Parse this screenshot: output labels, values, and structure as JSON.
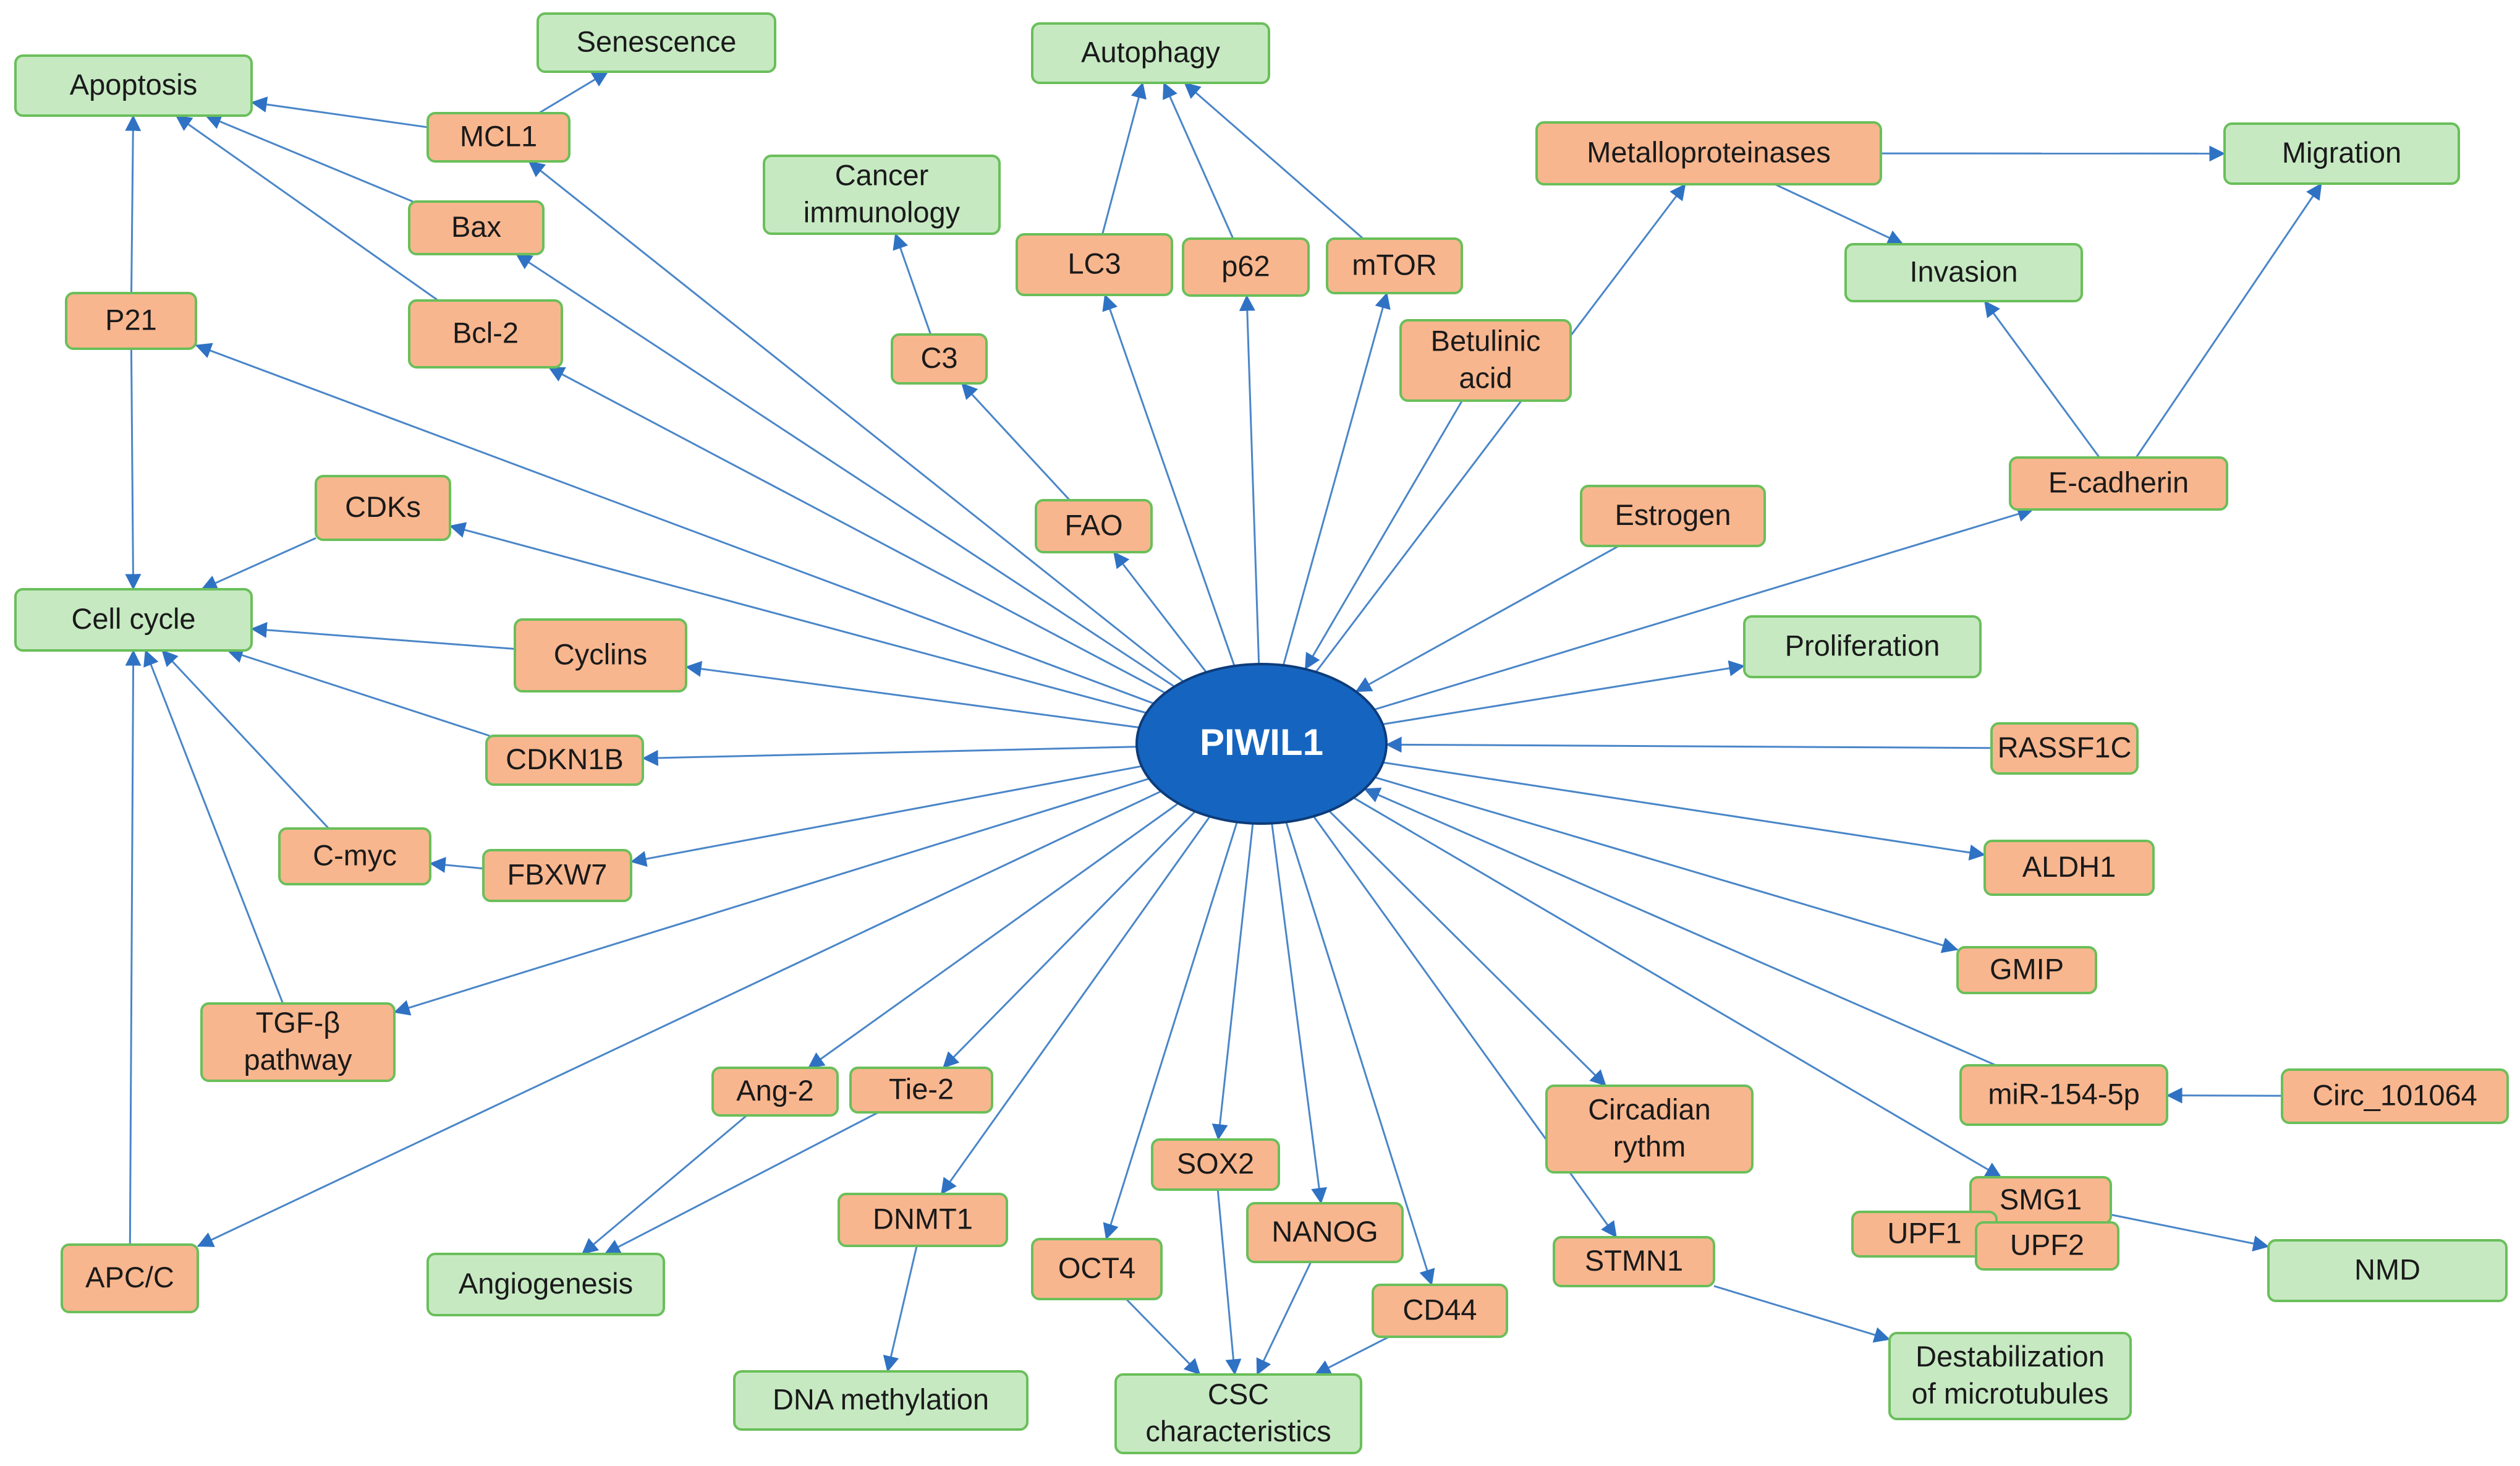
{
  "hub": {
    "id": "piwil1",
    "label": "PIWIL1"
  },
  "colors": {
    "process_fill": "#c6e9c2",
    "process_stroke": "#6abf5a",
    "molecule_fill": "#f8b68e",
    "molecule_stroke": "#6abf5a",
    "hub_fill": "#1565c0",
    "hub_stroke": "#0d3c7a",
    "edge": "#4a86c8"
  },
  "nodes": [
    {
      "id": "senescence",
      "kind": "process",
      "lines": [
        "Senescence"
      ]
    },
    {
      "id": "apoptosis",
      "kind": "process",
      "lines": [
        "Apoptosis"
      ]
    },
    {
      "id": "mcl1",
      "kind": "molecule",
      "lines": [
        "MCL1"
      ]
    },
    {
      "id": "bax",
      "kind": "molecule",
      "lines": [
        "Bax"
      ]
    },
    {
      "id": "bcl2",
      "kind": "molecule",
      "lines": [
        "Bcl-2"
      ]
    },
    {
      "id": "p21",
      "kind": "molecule",
      "lines": [
        "P21"
      ]
    },
    {
      "id": "autophagy",
      "kind": "process",
      "lines": [
        "Autophagy"
      ]
    },
    {
      "id": "cancer-immunology",
      "kind": "process",
      "lines": [
        "Cancer",
        "immunology"
      ]
    },
    {
      "id": "lc3",
      "kind": "molecule",
      "lines": [
        "LC3"
      ]
    },
    {
      "id": "p62",
      "kind": "molecule",
      "lines": [
        "p62"
      ]
    },
    {
      "id": "mtor",
      "kind": "molecule",
      "lines": [
        "mTOR"
      ]
    },
    {
      "id": "c3",
      "kind": "molecule",
      "lines": [
        "C3"
      ]
    },
    {
      "id": "betulinic-acid",
      "kind": "molecule",
      "lines": [
        "Betulinic",
        "acid"
      ]
    },
    {
      "id": "metalloproteinases",
      "kind": "molecule",
      "lines": [
        "Metalloproteinases"
      ]
    },
    {
      "id": "migration",
      "kind": "process",
      "lines": [
        "Migration"
      ]
    },
    {
      "id": "invasion",
      "kind": "process",
      "lines": [
        "Invasion"
      ]
    },
    {
      "id": "e-cadherin",
      "kind": "molecule",
      "lines": [
        "E-cadherin"
      ]
    },
    {
      "id": "cdks",
      "kind": "molecule",
      "lines": [
        "CDKs"
      ]
    },
    {
      "id": "fao",
      "kind": "molecule",
      "lines": [
        "FAO"
      ]
    },
    {
      "id": "estrogen",
      "kind": "molecule",
      "lines": [
        "Estrogen"
      ]
    },
    {
      "id": "cell-cycle",
      "kind": "process",
      "lines": [
        "Cell cycle"
      ]
    },
    {
      "id": "cyclins",
      "kind": "molecule",
      "lines": [
        "Cyclins"
      ]
    },
    {
      "id": "proliferation",
      "kind": "process",
      "lines": [
        "Proliferation"
      ]
    },
    {
      "id": "cdkn1b",
      "kind": "molecule",
      "lines": [
        "CDKN1B"
      ]
    },
    {
      "id": "rassf1c",
      "kind": "molecule",
      "lines": [
        "RASSF1C"
      ]
    },
    {
      "id": "c-myc",
      "kind": "molecule",
      "lines": [
        "C-myc"
      ]
    },
    {
      "id": "fbxw7",
      "kind": "molecule",
      "lines": [
        "FBXW7"
      ]
    },
    {
      "id": "aldh1",
      "kind": "molecule",
      "lines": [
        "ALDH1"
      ]
    },
    {
      "id": "gmip",
      "kind": "molecule",
      "lines": [
        "GMIP"
      ]
    },
    {
      "id": "tgf-beta-pathway",
      "kind": "molecule",
      "lines": [
        "TGF-β",
        "pathway"
      ]
    },
    {
      "id": "ang-2",
      "kind": "molecule",
      "lines": [
        "Ang-2"
      ]
    },
    {
      "id": "tie-2",
      "kind": "molecule",
      "lines": [
        "Tie-2"
      ]
    },
    {
      "id": "circadian-rythm",
      "kind": "molecule",
      "lines": [
        "Circadian",
        "rythm"
      ]
    },
    {
      "id": "mir-154-5p",
      "kind": "molecule",
      "lines": [
        "miR-154-5p"
      ]
    },
    {
      "id": "circ-101064",
      "kind": "molecule",
      "lines": [
        "Circ_101064"
      ]
    },
    {
      "id": "sox2",
      "kind": "molecule",
      "lines": [
        "SOX2"
      ]
    },
    {
      "id": "dnmt1",
      "kind": "molecule",
      "lines": [
        "DNMT1"
      ]
    },
    {
      "id": "smg1",
      "kind": "molecule",
      "lines": [
        "SMG1"
      ]
    },
    {
      "id": "upf1",
      "kind": "molecule",
      "lines": [
        "UPF1"
      ]
    },
    {
      "id": "upf2",
      "kind": "molecule",
      "lines": [
        "UPF2"
      ]
    },
    {
      "id": "nanog",
      "kind": "molecule",
      "lines": [
        "NANOG"
      ]
    },
    {
      "id": "oct4",
      "kind": "molecule",
      "lines": [
        "OCT4"
      ]
    },
    {
      "id": "apc-c",
      "kind": "molecule",
      "lines": [
        "APC/C"
      ]
    },
    {
      "id": "angiogenesis",
      "kind": "process",
      "lines": [
        "Angiogenesis"
      ]
    },
    {
      "id": "stmn1",
      "kind": "molecule",
      "lines": [
        "STMN1"
      ]
    },
    {
      "id": "nmd",
      "kind": "process",
      "lines": [
        "NMD"
      ]
    },
    {
      "id": "cd44",
      "kind": "molecule",
      "lines": [
        "CD44"
      ]
    },
    {
      "id": "destabilization-of-microtubules",
      "kind": "process",
      "lines": [
        "Destabilization",
        "of microtubules"
      ]
    },
    {
      "id": "dna-methylation",
      "kind": "process",
      "lines": [
        "DNA methylation"
      ]
    },
    {
      "id": "csc-characteristics",
      "kind": "process",
      "lines": [
        "CSC",
        "characteristics"
      ]
    }
  ],
  "edges": [
    {
      "from": "piwil1",
      "to": "mcl1",
      "arrow": true
    },
    {
      "from": "piwil1",
      "to": "bax",
      "arrow": true
    },
    {
      "from": "piwil1",
      "to": "bcl2",
      "arrow": true
    },
    {
      "from": "piwil1",
      "to": "p21",
      "arrow": true
    },
    {
      "from": "piwil1",
      "to": "cdks",
      "arrow": true
    },
    {
      "from": "piwil1",
      "to": "cyclins",
      "arrow": true
    },
    {
      "from": "piwil1",
      "to": "cdkn1b",
      "arrow": true
    },
    {
      "from": "piwil1",
      "to": "fbxw7",
      "arrow": true
    },
    {
      "from": "piwil1",
      "to": "tgf-beta-pathway",
      "arrow": true
    },
    {
      "from": "piwil1",
      "to": "apc-c",
      "arrow": true
    },
    {
      "from": "piwil1",
      "to": "ang-2",
      "arrow": true
    },
    {
      "from": "piwil1",
      "to": "tie-2",
      "arrow": true
    },
    {
      "from": "piwil1",
      "to": "dnmt1",
      "arrow": true
    },
    {
      "from": "piwil1",
      "to": "oct4",
      "arrow": true
    },
    {
      "from": "piwil1",
      "to": "sox2",
      "arrow": true
    },
    {
      "from": "piwil1",
      "to": "nanog",
      "arrow": true
    },
    {
      "from": "piwil1",
      "to": "cd44",
      "arrow": true
    },
    {
      "from": "piwil1",
      "to": "stmn1",
      "arrow": true
    },
    {
      "from": "piwil1",
      "to": "circadian-rythm",
      "arrow": true
    },
    {
      "from": "piwil1",
      "to": "smg1",
      "arrow": true
    },
    {
      "from": "piwil1",
      "to": "gmip",
      "arrow": true
    },
    {
      "from": "piwil1",
      "to": "aldh1",
      "arrow": true
    },
    {
      "from": "piwil1",
      "to": "proliferation",
      "arrow": true
    },
    {
      "from": "piwil1",
      "to": "e-cadherin",
      "arrow": true
    },
    {
      "from": "piwil1",
      "to": "metalloproteinases",
      "arrow": true
    },
    {
      "from": "piwil1",
      "to": "fao",
      "arrow": true
    },
    {
      "from": "piwil1",
      "to": "lc3",
      "arrow": true
    },
    {
      "from": "piwil1",
      "to": "p62",
      "arrow": true
    },
    {
      "from": "piwil1",
      "to": "mtor",
      "arrow": true
    },
    {
      "from": "betulinic-acid",
      "to": "piwil1",
      "arrow": true
    },
    {
      "from": "estrogen",
      "to": "piwil1",
      "arrow": true
    },
    {
      "from": "rassf1c",
      "to": "piwil1",
      "arrow": true
    },
    {
      "from": "mir-154-5p",
      "to": "piwil1",
      "arrow": true
    },
    {
      "from": "circ-101064",
      "to": "mir-154-5p",
      "arrow": true
    },
    {
      "from": "mcl1",
      "to": "apoptosis",
      "arrow": true
    },
    {
      "from": "mcl1",
      "to": "senescence",
      "arrow": true
    },
    {
      "from": "bax",
      "to": "apoptosis",
      "arrow": true
    },
    {
      "from": "bcl2",
      "to": "apoptosis",
      "arrow": true
    },
    {
      "from": "p21",
      "to": "apoptosis",
      "arrow": true
    },
    {
      "from": "p21",
      "to": "cell-cycle",
      "arrow": true
    },
    {
      "from": "cdks",
      "to": "cell-cycle",
      "arrow": true
    },
    {
      "from": "cyclins",
      "to": "cell-cycle",
      "arrow": true
    },
    {
      "from": "cdkn1b",
      "to": "cell-cycle",
      "arrow": true
    },
    {
      "from": "c-myc",
      "to": "cell-cycle",
      "arrow": true
    },
    {
      "from": "fbxw7",
      "to": "c-myc",
      "arrow": true
    },
    {
      "from": "tgf-beta-pathway",
      "to": "cell-cycle",
      "arrow": true
    },
    {
      "from": "apc-c",
      "to": "cell-cycle",
      "arrow": true
    },
    {
      "from": "lc3",
      "to": "autophagy",
      "arrow": true
    },
    {
      "from": "p62",
      "to": "autophagy",
      "arrow": true
    },
    {
      "from": "mtor",
      "to": "autophagy",
      "arrow": true
    },
    {
      "from": "fao",
      "to": "c3",
      "arrow": true
    },
    {
      "from": "c3",
      "to": "cancer-immunology",
      "arrow": true
    },
    {
      "from": "metalloproteinases",
      "to": "migration",
      "arrow": true
    },
    {
      "from": "metalloproteinases",
      "to": "invasion",
      "arrow": true
    },
    {
      "from": "e-cadherin",
      "to": "invasion",
      "arrow": true
    },
    {
      "from": "e-cadherin",
      "to": "migration",
      "arrow": true
    },
    {
      "from": "ang-2",
      "to": "angiogenesis",
      "arrow": true
    },
    {
      "from": "tie-2",
      "to": "angiogenesis",
      "arrow": true
    },
    {
      "from": "dnmt1",
      "to": "dna-methylation",
      "arrow": true
    },
    {
      "from": "oct4",
      "to": "csc-characteristics",
      "arrow": true
    },
    {
      "from": "sox2",
      "to": "csc-characteristics",
      "arrow": true
    },
    {
      "from": "nanog",
      "to": "csc-characteristics",
      "arrow": true
    },
    {
      "from": "cd44",
      "to": "csc-characteristics",
      "arrow": true
    },
    {
      "from": "stmn1",
      "to": "destabilization-of-microtubules",
      "arrow": true
    },
    {
      "from": "smg1",
      "to": "nmd",
      "arrow": true
    }
  ]
}
